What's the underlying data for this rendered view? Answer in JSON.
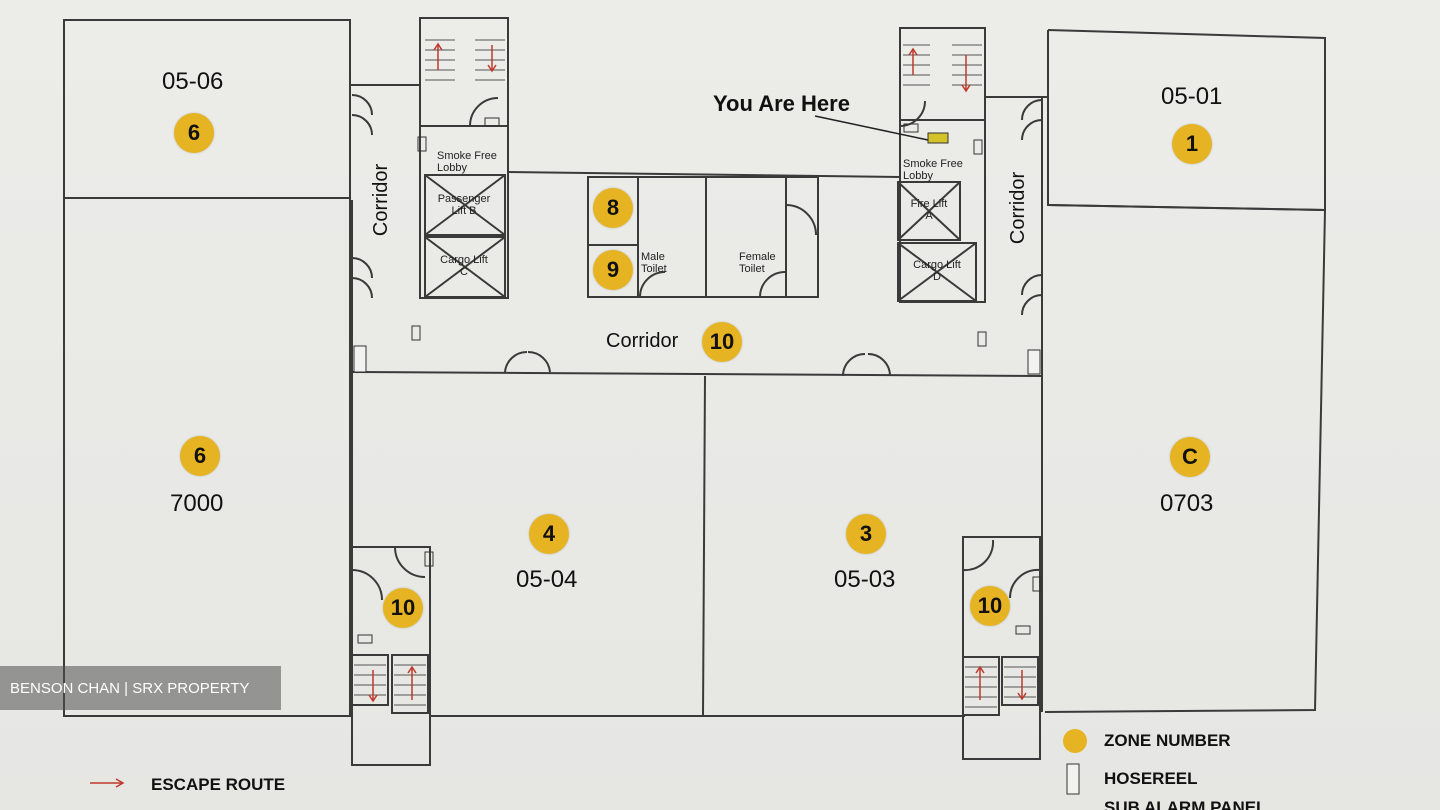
{
  "watermark": "BENSON CHAN | SRX PROPERTY",
  "you_are_here": "You Are Here",
  "units": {
    "u0506": "05-06",
    "u0501": "05-01",
    "u0505": "7000",
    "u0502": "0703",
    "u0504": "05-04",
    "u0503": "05-03"
  },
  "corridors": {
    "left": "Corridor",
    "right": "Corridor",
    "center": "Corridor"
  },
  "rooms": {
    "smoke_free_left_1": "Smoke Free",
    "smoke_free_left_2": "Lobby",
    "passenger_lift_1": "Passenger",
    "passenger_lift_2": "Lift B",
    "cargo_lift_c_1": "Cargo Lift",
    "cargo_lift_c_2": "C",
    "male_toilet_1": "Male",
    "male_toilet_2": "Toilet",
    "female_toilet_1": "Female",
    "female_toilet_2": "Toilet",
    "smoke_free_right_1": "Smoke Free",
    "smoke_free_right_2": "Lobby",
    "fire_lift_1": "Fire Lift",
    "fire_lift_2": "A",
    "cargo_lift_d_1": "Cargo Lift",
    "cargo_lift_d_2": "D"
  },
  "zones": {
    "z6": "6",
    "z1": "1",
    "z8": "8",
    "z9": "9",
    "z10_center": "10",
    "z5": "6",
    "z2": "C",
    "z4": "4",
    "z3": "3",
    "z10_left": "10",
    "z10_right": "10"
  },
  "legend": {
    "zone_number": "ZONE NUMBER",
    "hosereel": "HOSEREEL",
    "sub_alarm_panel": "SUB ALARM PANEL",
    "escape_route": "ESCAPE ROUTE"
  },
  "colors": {
    "zone_yellow": "#e6b422",
    "escape_red": "#c0392b",
    "wall": "#3a3a3a"
  }
}
